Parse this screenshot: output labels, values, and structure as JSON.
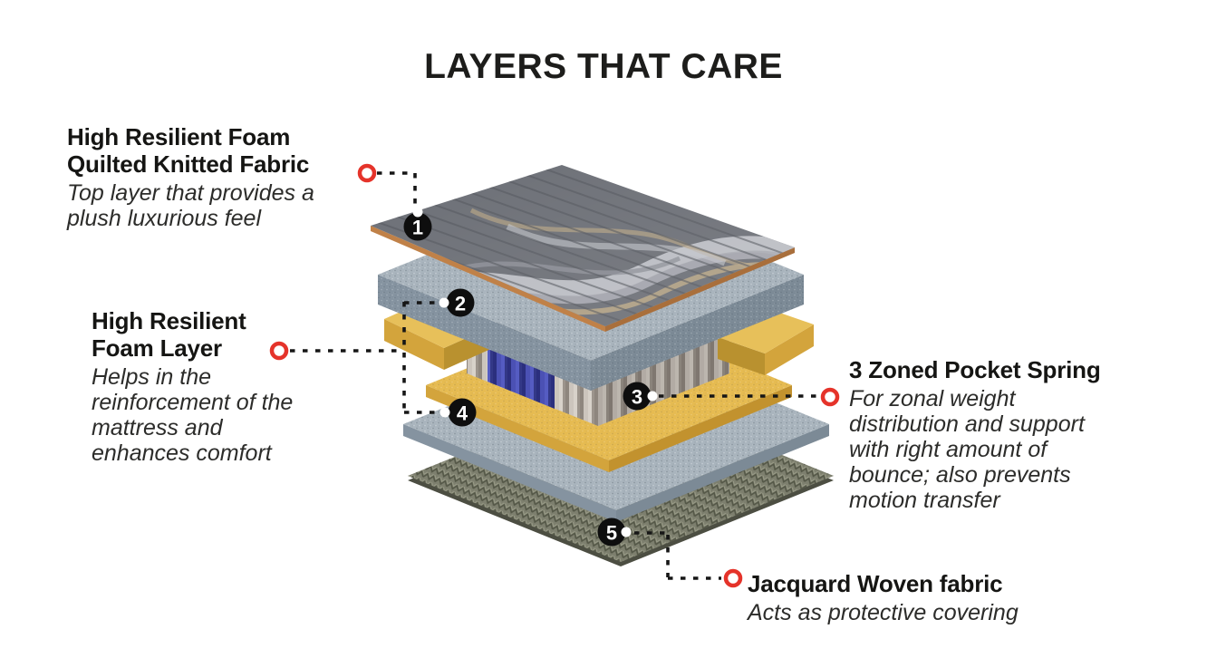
{
  "title": "LAYERS THAT CARE",
  "badges": {
    "b1": "1",
    "b2": "2",
    "b3": "3",
    "b4": "4",
    "b5": "5"
  },
  "labels": {
    "quilted": {
      "heading1": "High Resilient Foam",
      "heading2": "Quilted Knitted Fabric",
      "description": "Top layer that provides a plush luxurious feel"
    },
    "foam": {
      "heading1": "High Resilient",
      "heading2": "Foam Layer",
      "description": "Helps in the reinforcement of the mattress and enhances comfort"
    },
    "spring": {
      "heading": "3 Zoned Pocket Spring",
      "description": "For zonal weight distribution and support with right amount of bounce; also prevents motion transfer"
    },
    "jacquard": {
      "heading": "Jacquard Woven fabric",
      "description": "Acts as protective covering"
    }
  },
  "colors": {
    "accent_red": "#e5332a",
    "badge_black": "#0e0e0e",
    "ink": "#1d1d1b",
    "body_text": "#2c2c2a",
    "quilt_top": "#6d7077",
    "quilt_edge_tan": "#c08148",
    "foam_top": "#a9b4bd",
    "foam_side_left": "#8593a0",
    "foam_side_right": "#7c8a96",
    "yellow_top": "#e6bb51",
    "yellow_front": "#d3a43c",
    "yellow_dark": "#b9912f",
    "spring_blue": "#3a3f9c",
    "jacquard_olive": "#7d7f6e"
  }
}
